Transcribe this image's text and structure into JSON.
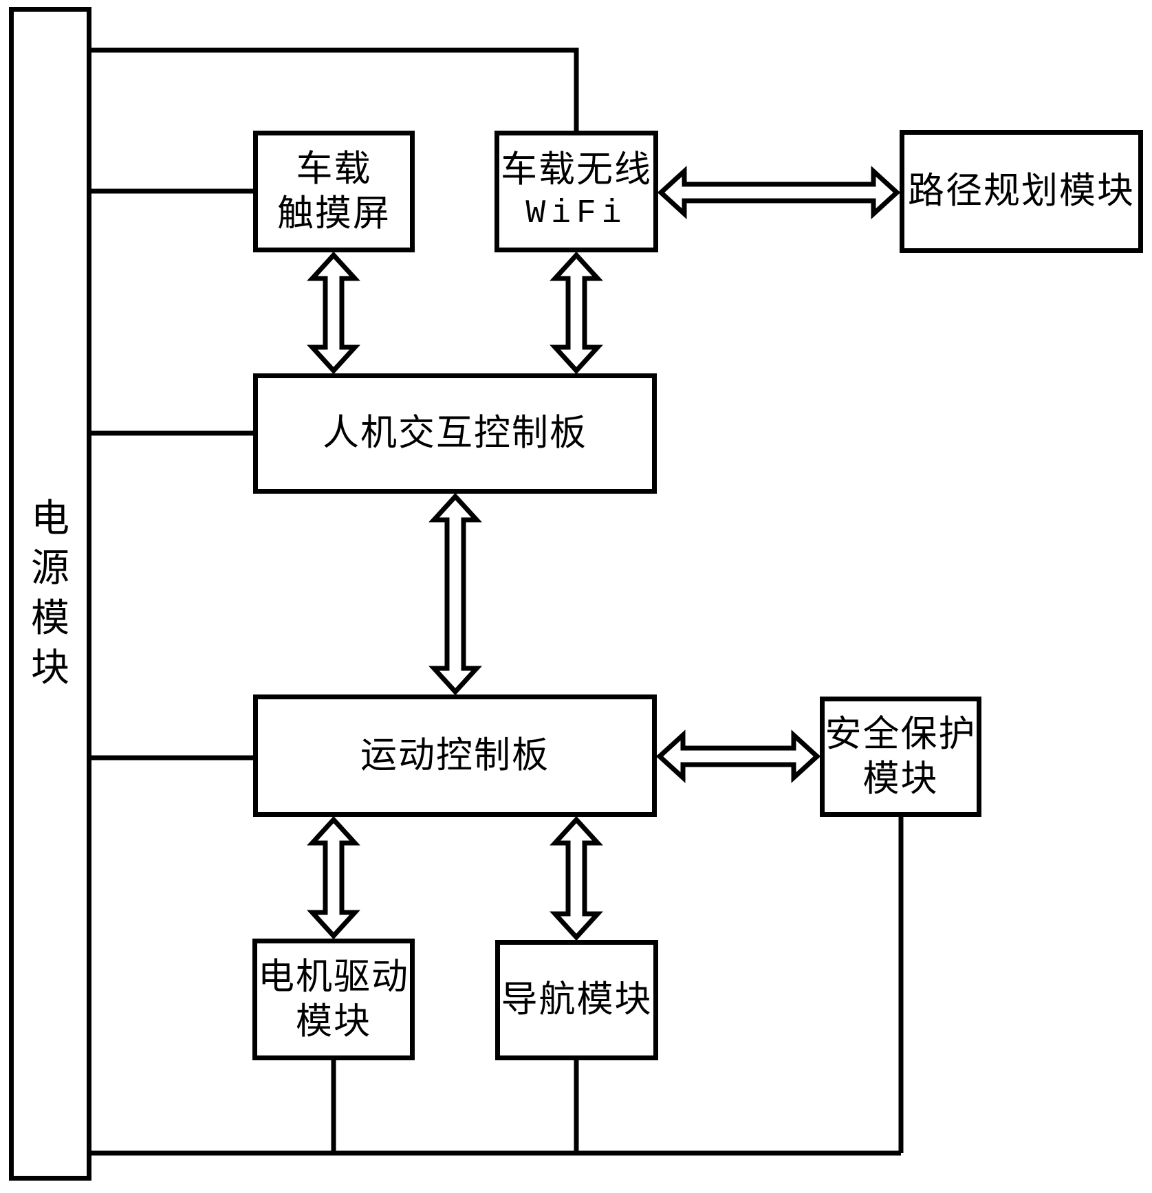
{
  "figure": {
    "type": "patent-style block diagram",
    "background_color": "#ffffff",
    "line_color": "#000000"
  },
  "boxes": {
    "power": {
      "label": "电源模块",
      "lines": [
        "电",
        "源",
        "模",
        "块"
      ]
    },
    "touchscreen": {
      "label": "车载触摸屏",
      "lines": [
        "车载",
        "触摸屏"
      ]
    },
    "wifi": {
      "label": "车载无线WiFi",
      "lines": [
        "车载无线",
        "WiFi"
      ]
    },
    "path": {
      "label": "路径规划模块",
      "lines": [
        "路径规划模块"
      ]
    },
    "hmi": {
      "label": "人机交互控制板",
      "lines": [
        "人机交互控制板"
      ]
    },
    "motion": {
      "label": "运动控制板",
      "lines": [
        "运动控制板"
      ]
    },
    "safety": {
      "label": "安全保护模块",
      "lines": [
        "安全保护",
        "模块"
      ]
    },
    "motor": {
      "label": "电机驱动模块",
      "lines": [
        "电机驱动",
        "模块"
      ]
    },
    "nav": {
      "label": "导航模块",
      "lines": [
        "导航模块"
      ]
    }
  },
  "connections": [
    {
      "from": "电源模块",
      "to": "车载无线WiFi",
      "type": "line"
    },
    {
      "from": "电源模块",
      "to": "车载触摸屏",
      "type": "line"
    },
    {
      "from": "电源模块",
      "to": "人机交互控制板",
      "type": "line"
    },
    {
      "from": "电源模块",
      "to": "运动控制板",
      "type": "line"
    },
    {
      "from": "电源模块",
      "to": "电机驱动模块",
      "type": "line"
    },
    {
      "from": "电源模块",
      "to": "导航模块",
      "type": "line"
    },
    {
      "from": "电源模块",
      "to": "安全保护模块",
      "type": "line"
    },
    {
      "from": "车载触摸屏",
      "to": "人机交互控制板",
      "type": "double-arrow"
    },
    {
      "from": "车载无线WiFi",
      "to": "人机交互控制板",
      "type": "double-arrow"
    },
    {
      "from": "车载无线WiFi",
      "to": "路径规划模块",
      "type": "double-arrow"
    },
    {
      "from": "人机交互控制板",
      "to": "运动控制板",
      "type": "double-arrow"
    },
    {
      "from": "运动控制板",
      "to": "安全保护模块",
      "type": "double-arrow"
    },
    {
      "from": "运动控制板",
      "to": "电机驱动模块",
      "type": "double-arrow"
    },
    {
      "from": "运动控制板",
      "to": "导航模块",
      "type": "double-arrow"
    }
  ]
}
